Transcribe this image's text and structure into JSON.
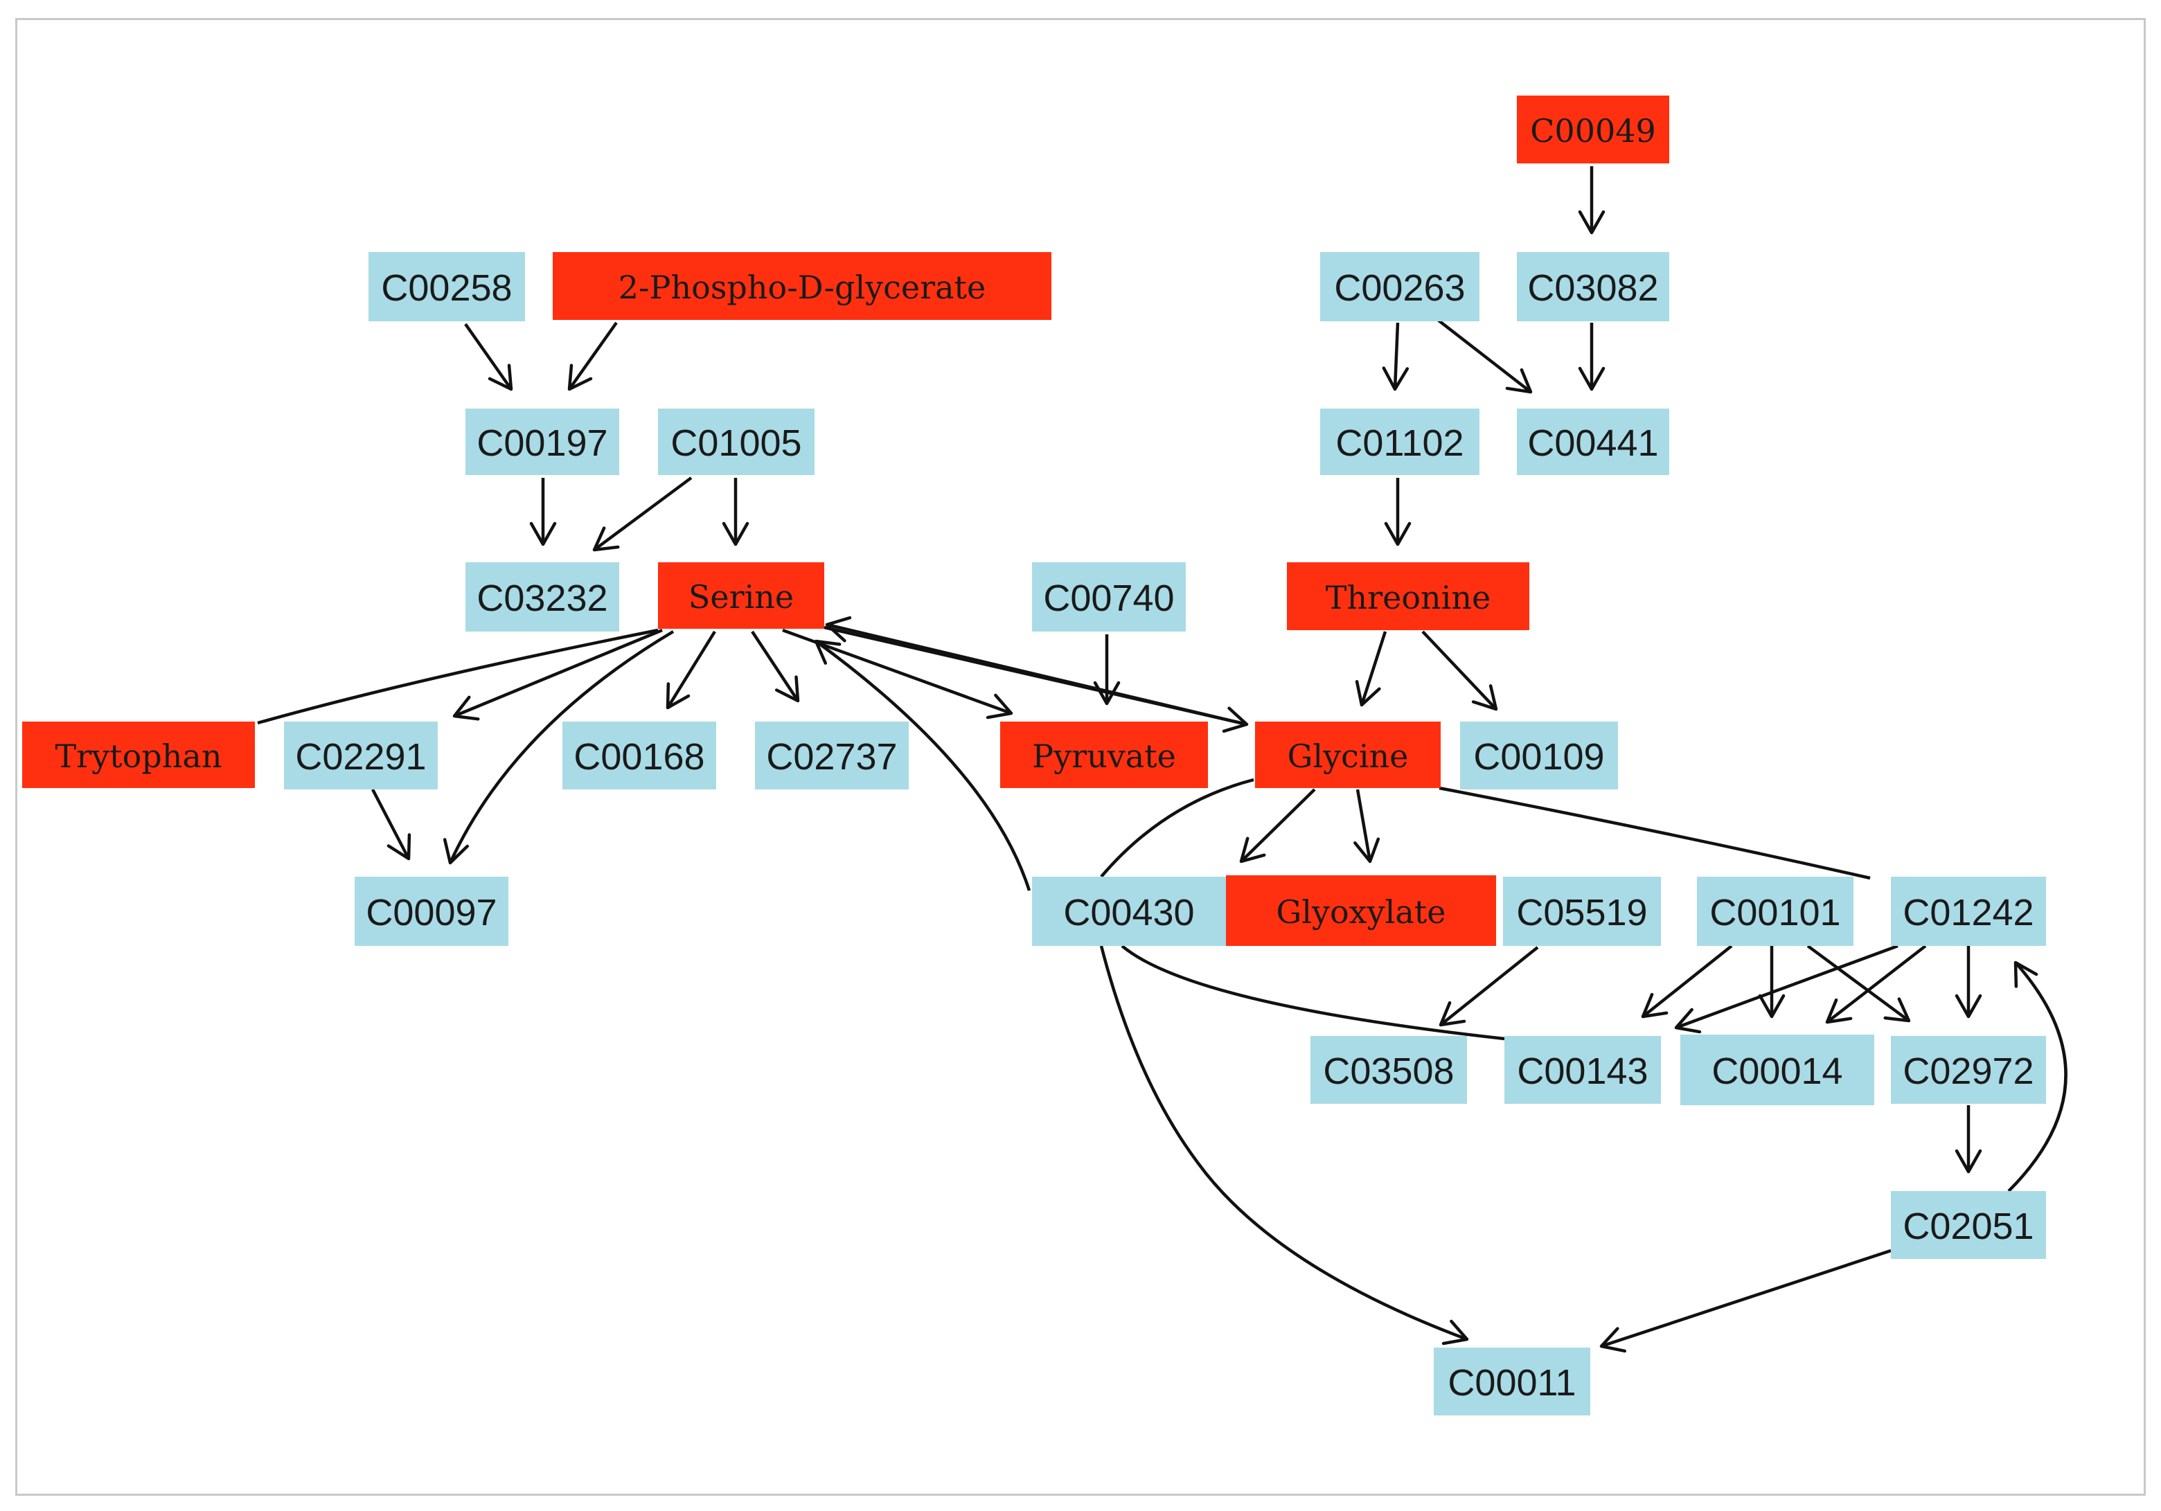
{
  "colors": {
    "highlight": "#ff3010",
    "normal": "#a8dbe6",
    "edge": "#111111",
    "frame": "#c8c8c8"
  },
  "nodes": [
    {
      "id": "C00049",
      "label": "C00049",
      "highlight": true
    },
    {
      "id": "C00258",
      "label": "C00258",
      "highlight": false
    },
    {
      "id": "2PDG",
      "label": "2-Phospho-D-glycerate",
      "highlight": true
    },
    {
      "id": "C00263",
      "label": "C00263",
      "highlight": false
    },
    {
      "id": "C03082",
      "label": "C03082",
      "highlight": false
    },
    {
      "id": "C00197",
      "label": "C00197",
      "highlight": false
    },
    {
      "id": "C01005",
      "label": "C01005",
      "highlight": false
    },
    {
      "id": "C01102",
      "label": "C01102",
      "highlight": false
    },
    {
      "id": "C00441",
      "label": "C00441",
      "highlight": false
    },
    {
      "id": "C03232",
      "label": "C03232",
      "highlight": false
    },
    {
      "id": "Serine",
      "label": "Serine",
      "highlight": true
    },
    {
      "id": "C00740",
      "label": "C00740",
      "highlight": false
    },
    {
      "id": "Threonine",
      "label": "Threonine",
      "highlight": true
    },
    {
      "id": "Trytophan",
      "label": "Trytophan",
      "highlight": true
    },
    {
      "id": "C02291",
      "label": "C02291",
      "highlight": false
    },
    {
      "id": "C00168",
      "label": "C00168",
      "highlight": false
    },
    {
      "id": "C02737",
      "label": "C02737",
      "highlight": false
    },
    {
      "id": "Pyruvate",
      "label": "Pyruvate",
      "highlight": true
    },
    {
      "id": "Glycine",
      "label": "Glycine",
      "highlight": true
    },
    {
      "id": "C00109",
      "label": "C00109",
      "highlight": false
    },
    {
      "id": "C00097",
      "label": "C00097",
      "highlight": false
    },
    {
      "id": "C00430",
      "label": "C00430",
      "highlight": false
    },
    {
      "id": "Glyoxylate",
      "label": "Glyoxylate",
      "highlight": true
    },
    {
      "id": "C05519",
      "label": "C05519",
      "highlight": false
    },
    {
      "id": "C00101",
      "label": "C00101",
      "highlight": false
    },
    {
      "id": "C01242",
      "label": "C01242",
      "highlight": false
    },
    {
      "id": "C03508",
      "label": "C03508",
      "highlight": false
    },
    {
      "id": "C00143",
      "label": "C00143",
      "highlight": false
    },
    {
      "id": "C00014",
      "label": "C00014",
      "highlight": false
    },
    {
      "id": "C02972",
      "label": "C02972",
      "highlight": false
    },
    {
      "id": "C02051",
      "label": "C02051",
      "highlight": false
    },
    {
      "id": "C00011",
      "label": "C00011",
      "highlight": false
    }
  ],
  "edges": [
    {
      "from": "C00049",
      "to": "C03082",
      "arrow": true
    },
    {
      "from": "C00258",
      "to": "C00197",
      "arrow": true
    },
    {
      "from": "2PDG",
      "to": "C00197",
      "arrow": true
    },
    {
      "from": "C00263",
      "to": "C01102",
      "arrow": true
    },
    {
      "from": "C00263",
      "to": "C00441",
      "arrow": true
    },
    {
      "from": "C03082",
      "to": "C00441",
      "arrow": true
    },
    {
      "from": "C00197",
      "to": "C03232",
      "arrow": true
    },
    {
      "from": "C01005",
      "to": "C03232",
      "arrow": true
    },
    {
      "from": "C01005",
      "to": "Serine",
      "arrow": true
    },
    {
      "from": "C01102",
      "to": "Threonine",
      "arrow": true
    },
    {
      "from": "C00740",
      "to": "Pyruvate",
      "arrow": true
    },
    {
      "from": "Serine",
      "to": "Trytophan",
      "arrow": false
    },
    {
      "from": "Serine",
      "to": "C02291",
      "arrow": true
    },
    {
      "from": "Serine",
      "to": "C00097",
      "arrow": true
    },
    {
      "from": "Serine",
      "to": "C00168",
      "arrow": true
    },
    {
      "from": "Serine",
      "to": "C02737",
      "arrow": true
    },
    {
      "from": "Serine",
      "to": "Pyruvate",
      "arrow": true
    },
    {
      "from": "Serine",
      "to": "Glycine",
      "arrow": true
    },
    {
      "from": "Glycine",
      "to": "Serine",
      "arrow": true
    },
    {
      "from": "C00430",
      "to": "Serine",
      "arrow": true
    },
    {
      "from": "Threonine",
      "to": "Glycine",
      "arrow": true
    },
    {
      "from": "Threonine",
      "to": "C00109",
      "arrow": true
    },
    {
      "from": "C02291",
      "to": "C00097",
      "arrow": true
    },
    {
      "from": "Glycine",
      "to": "C00430",
      "arrow": true
    },
    {
      "from": "Glycine",
      "to": "Glyoxylate",
      "arrow": true
    },
    {
      "from": "Glycine",
      "to": "C05519",
      "arrow": true
    },
    {
      "from": "Glycine",
      "to": "C01242",
      "arrow": false
    },
    {
      "from": "C05519",
      "to": "C03508",
      "arrow": true
    },
    {
      "from": "C00430",
      "to": "C00143",
      "arrow": false
    },
    {
      "from": "C00430",
      "to": "C00011",
      "arrow": true
    },
    {
      "from": "C00101",
      "to": "C00143",
      "arrow": true
    },
    {
      "from": "C00101",
      "to": "C00014",
      "arrow": true
    },
    {
      "from": "C00101",
      "to": "C02972",
      "arrow": true
    },
    {
      "from": "C01242",
      "to": "C00143",
      "arrow": true
    },
    {
      "from": "C01242",
      "to": "C00014",
      "arrow": true
    },
    {
      "from": "C01242",
      "to": "C02972",
      "arrow": true
    },
    {
      "from": "C02972",
      "to": "C02051",
      "arrow": true
    },
    {
      "from": "C02051",
      "to": "C01242",
      "arrow": true
    },
    {
      "from": "C02051",
      "to": "C00011",
      "arrow": true
    }
  ]
}
